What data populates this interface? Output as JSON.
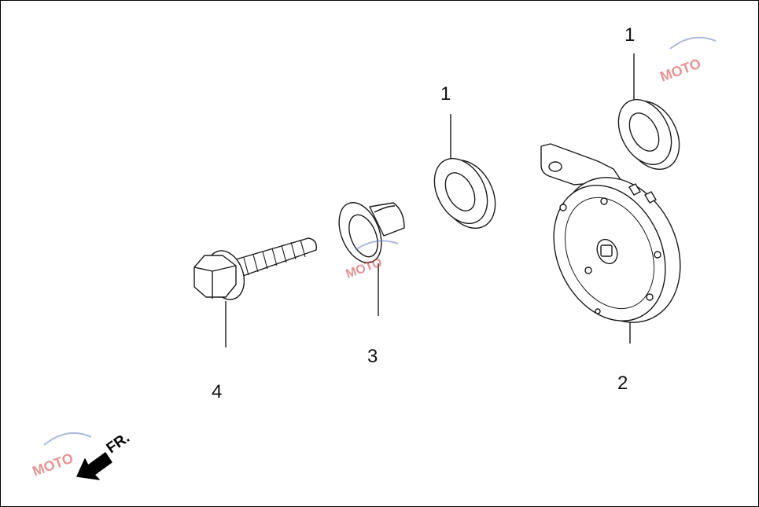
{
  "callouts": {
    "washer_top": "1",
    "washer_mid": "1",
    "horn": "2",
    "bushing": "3",
    "bolt": "4"
  },
  "direction": {
    "label": "FR."
  },
  "colors": {
    "line": "#1a1a1a",
    "part_fill": "#ffffff",
    "watermark_red": "#d23c3c",
    "watermark_blue": "#6a7fc0"
  },
  "icons": {
    "arrow": "front-direction-arrow-icon",
    "watermark": "moto-logo-watermark-icon"
  }
}
